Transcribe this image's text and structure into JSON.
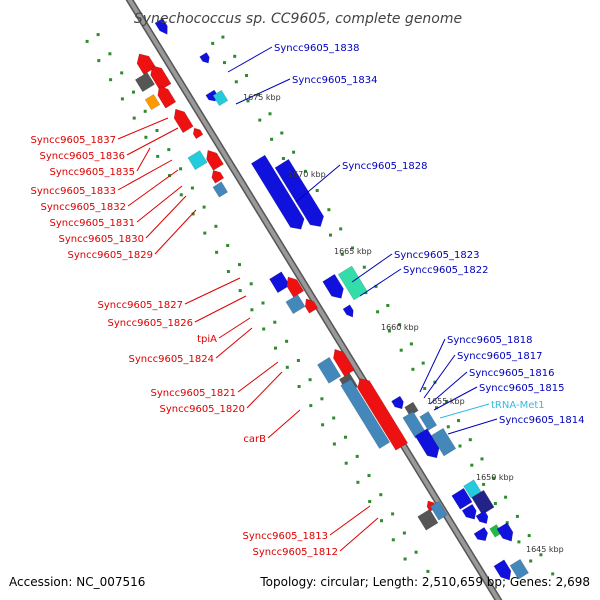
{
  "title": "Synechococcus sp. CC9605, complete genome",
  "footer": {
    "accession": "Accession: NC_007516",
    "summary": "Topology: circular; Length: 2,510,659 bp; Genes: 2,698"
  },
  "colors": {
    "backbone": "#888888",
    "backbone_edge": "#555555",
    "tick": "#2e8b2e",
    "minus_strand_label": "#dd0000",
    "plus_strand_label": "#0000bb",
    "rna_label": "#33bbdd",
    "gene_red": "#ee1111",
    "gene_blue": "#1111dd",
    "gene_steel": "#4488bb",
    "gene_cyan": "#22ccdd",
    "gene_gray": "#555555",
    "gene_orange": "#ff9900",
    "gene_green": "#22bb44",
    "gene_mint": "#33ddaa",
    "gene_navy": "#222288"
  },
  "scale_labels": [
    "1675 kbp",
    "1670 kbp",
    "1665 kbp",
    "1660 kbp",
    "1655 kbp",
    "1650 kbp",
    "1645 kbp"
  ],
  "minus_strand_genes": [
    "Syncc9605_1837",
    "Syncc9605_1836",
    "Syncc9605_1835",
    "Syncc9605_1833",
    "Syncc9605_1832",
    "Syncc9605_1831",
    "Syncc9605_1830",
    "Syncc9605_1829",
    "Syncc9605_1827",
    "Syncc9605_1826",
    "tpiA",
    "Syncc9605_1824",
    "Syncc9605_1821",
    "Syncc9605_1820",
    "carB",
    "Syncc9605_1813",
    "Syncc9605_1812"
  ],
  "plus_strand_genes": [
    "Syncc9605_1838",
    "Syncc9605_1834",
    "Syncc9605_1828",
    "Syncc9605_1823",
    "Syncc9605_1822",
    "Syncc9605_1818",
    "Syncc9605_1817",
    "Syncc9605_1816",
    "Syncc9605_1815",
    "tRNA-Met1",
    "Syncc9605_1814"
  ]
}
